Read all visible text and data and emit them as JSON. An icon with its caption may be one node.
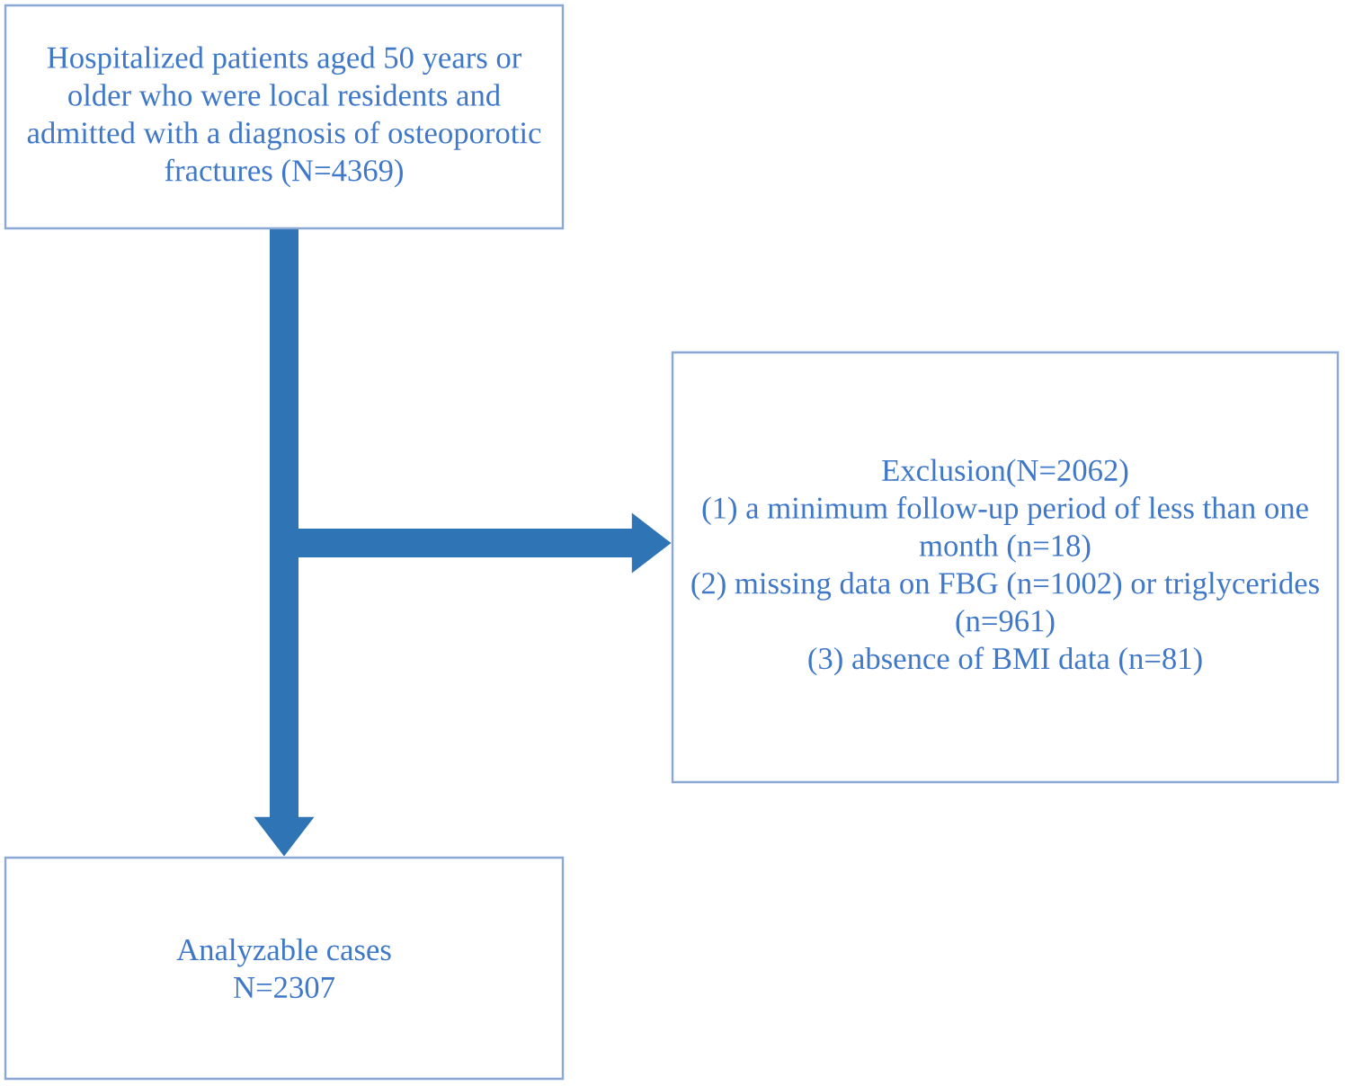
{
  "diagram": {
    "nodes": [
      {
        "text": [
          "Hospitalized patients aged 50 years or older who were local residents and admitted with a diagnosis of osteoporotic fractures (N=4369)"
        ]
      },
      {
        "text": [
          "Exclusion(N=2062)",
          "(1) a minimum follow-up period of less than one month (n=18)",
          "(2) missing data on FBG (n=1002) or triglycerides (n=961)",
          "(3) absence of BMI data (n=81)"
        ]
      },
      {
        "text": [
          "Analyzable cases",
          "N=2307"
        ]
      }
    ],
    "edges": [
      {
        "from": 0,
        "to": 2,
        "arrow": "to"
      },
      {
        "from": 0,
        "to": 1,
        "arrow": "to"
      }
    ]
  }
}
